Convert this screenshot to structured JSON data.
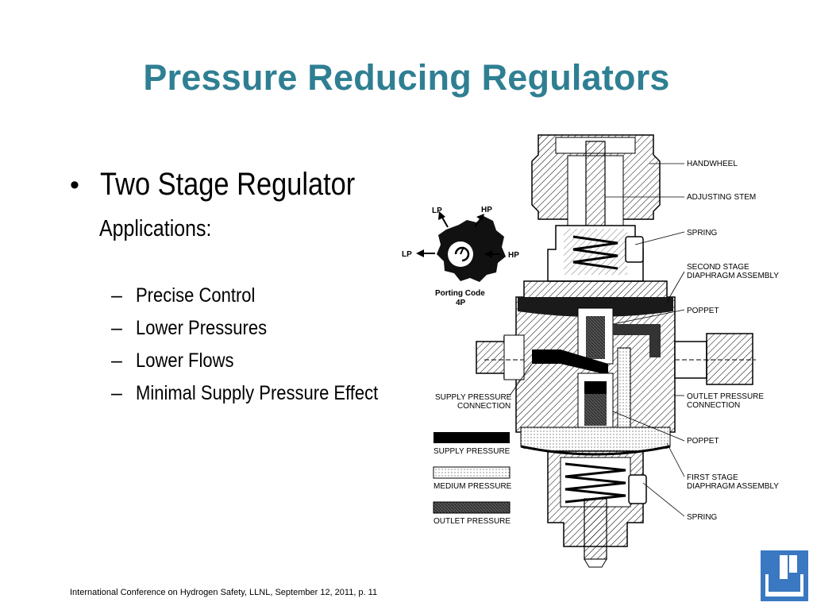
{
  "slide": {
    "title": "Pressure Reducing Regulators",
    "bullet": "Two Stage Regulator",
    "subheading": "Applications:",
    "items": [
      "Precise Control",
      "Lower Pressures",
      "Lower Flows",
      "Minimal Supply Pressure Effect"
    ],
    "footer": "International Conference on Hydrogen Safety, LLNL, September 12, 2011, p. 11"
  },
  "diagram": {
    "porting": {
      "top_left": "LP",
      "top_right": "HP",
      "left": "LP",
      "right": "HP",
      "code_line1": "Porting Code",
      "code_line2": "4P"
    },
    "callouts": {
      "handwheel": "HANDWHEEL",
      "adjusting_stem": "ADJUSTING STEM",
      "spring_top": "SPRING",
      "second_stage_1": "SECOND STAGE",
      "second_stage_2": "DIAPHRAGM ASSEMBLY",
      "poppet_top": "POPPET",
      "outlet_conn_1": "OUTLET PRESSURE",
      "outlet_conn_2": "CONNECTION",
      "poppet_bottom": "POPPET",
      "first_stage_1": "FIRST STAGE",
      "first_stage_2": "DIAPHRAGM ASSEMBLY",
      "spring_bottom": "SPRING",
      "supply_conn_1": "SUPPLY PRESSURE",
      "supply_conn_2": "CONNECTION"
    },
    "legend": {
      "supply": "SUPPLY PRESSURE",
      "medium": "MEDIUM PRESSURE",
      "outlet": "OUTLET PRESSURE"
    }
  },
  "colors": {
    "title": "#2f7f93",
    "logo": "#3a78c2"
  }
}
